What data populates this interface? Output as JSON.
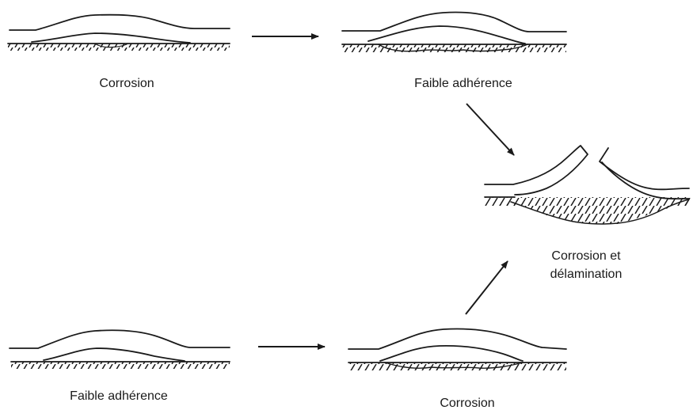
{
  "labels": {
    "top_left": "Corrosion",
    "top_right": "Faible adhérence",
    "right_line1": "Corrosion et",
    "right_line2": "délamination",
    "bottom_left": "Faible adhérence",
    "bottom_right": "Corrosion"
  },
  "colors": {
    "ink": "#1a1a1a",
    "background": "#ffffff"
  }
}
